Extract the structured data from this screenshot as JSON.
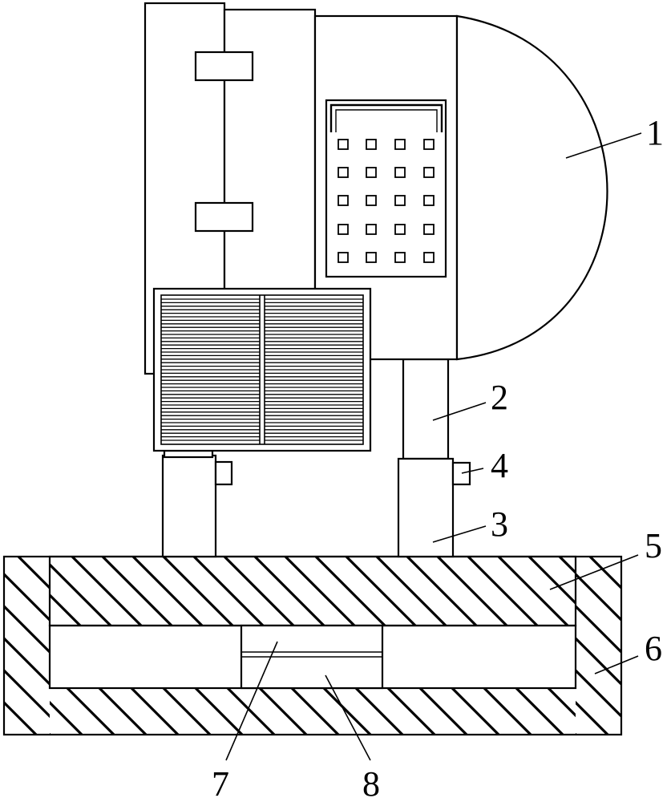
{
  "callouts": [
    {
      "id": "callout-1",
      "label": "1"
    },
    {
      "id": "callout-2",
      "label": "2"
    },
    {
      "id": "callout-3",
      "label": "3"
    },
    {
      "id": "callout-4",
      "label": "4"
    },
    {
      "id": "callout-5",
      "label": "5"
    },
    {
      "id": "callout-6",
      "label": "6"
    },
    {
      "id": "callout-7",
      "label": "7"
    },
    {
      "id": "callout-8",
      "label": "8"
    }
  ],
  "colors": {
    "line": "#000000",
    "background": "#ffffff"
  }
}
